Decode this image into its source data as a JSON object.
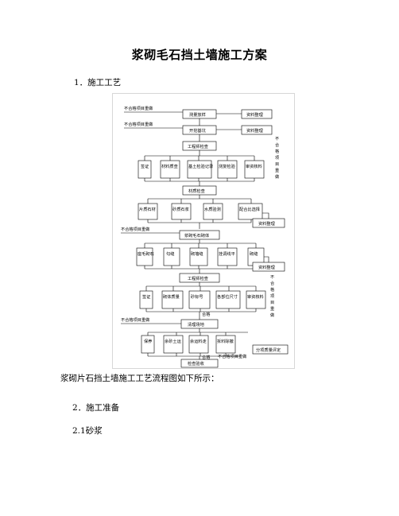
{
  "document": {
    "title": "浆砌毛石挡土墙施工方案",
    "section1": "1．施工工艺",
    "caption": "浆砌片石挡土墙施工工艺流程图如下所示：",
    "section2": "2．施工准备",
    "section2_1": "2.1砂浆"
  },
  "flowchart": {
    "rework": "不合格项目重做",
    "measure": "测量放样",
    "excavate": "开挖基坑",
    "engineer_check": "工程师检查",
    "data_records": "资料整理",
    "side_vertical": "不合格项目重做",
    "check_items_1": [
      "签证",
      "材料质查",
      "基土检验记录",
      "测复检验",
      "审资核料"
    ],
    "material_check": "材质检查",
    "material_items": [
      "片质石材",
      "砂质石浆",
      "水质验测",
      "配合比选择"
    ],
    "masonry": "浆砌毛石砌体",
    "masonry_items": [
      "座毛砌石",
      "勾缝",
      "砌墙缝",
      "挂调线平",
      "砌缝"
    ],
    "engineer_check_2": "工程师检查",
    "check_items_2": [
      "签证",
      "砌体质量",
      "砂标号",
      "各部位尺寸",
      "审资核料"
    ],
    "qualified": "合格",
    "cleanup": "清理场地",
    "final_items": [
      "保养",
      "余砂土运",
      "余运料走",
      "拆料除撤"
    ],
    "quality_eval": "分项质量评定",
    "acceptance": "检查验收"
  }
}
